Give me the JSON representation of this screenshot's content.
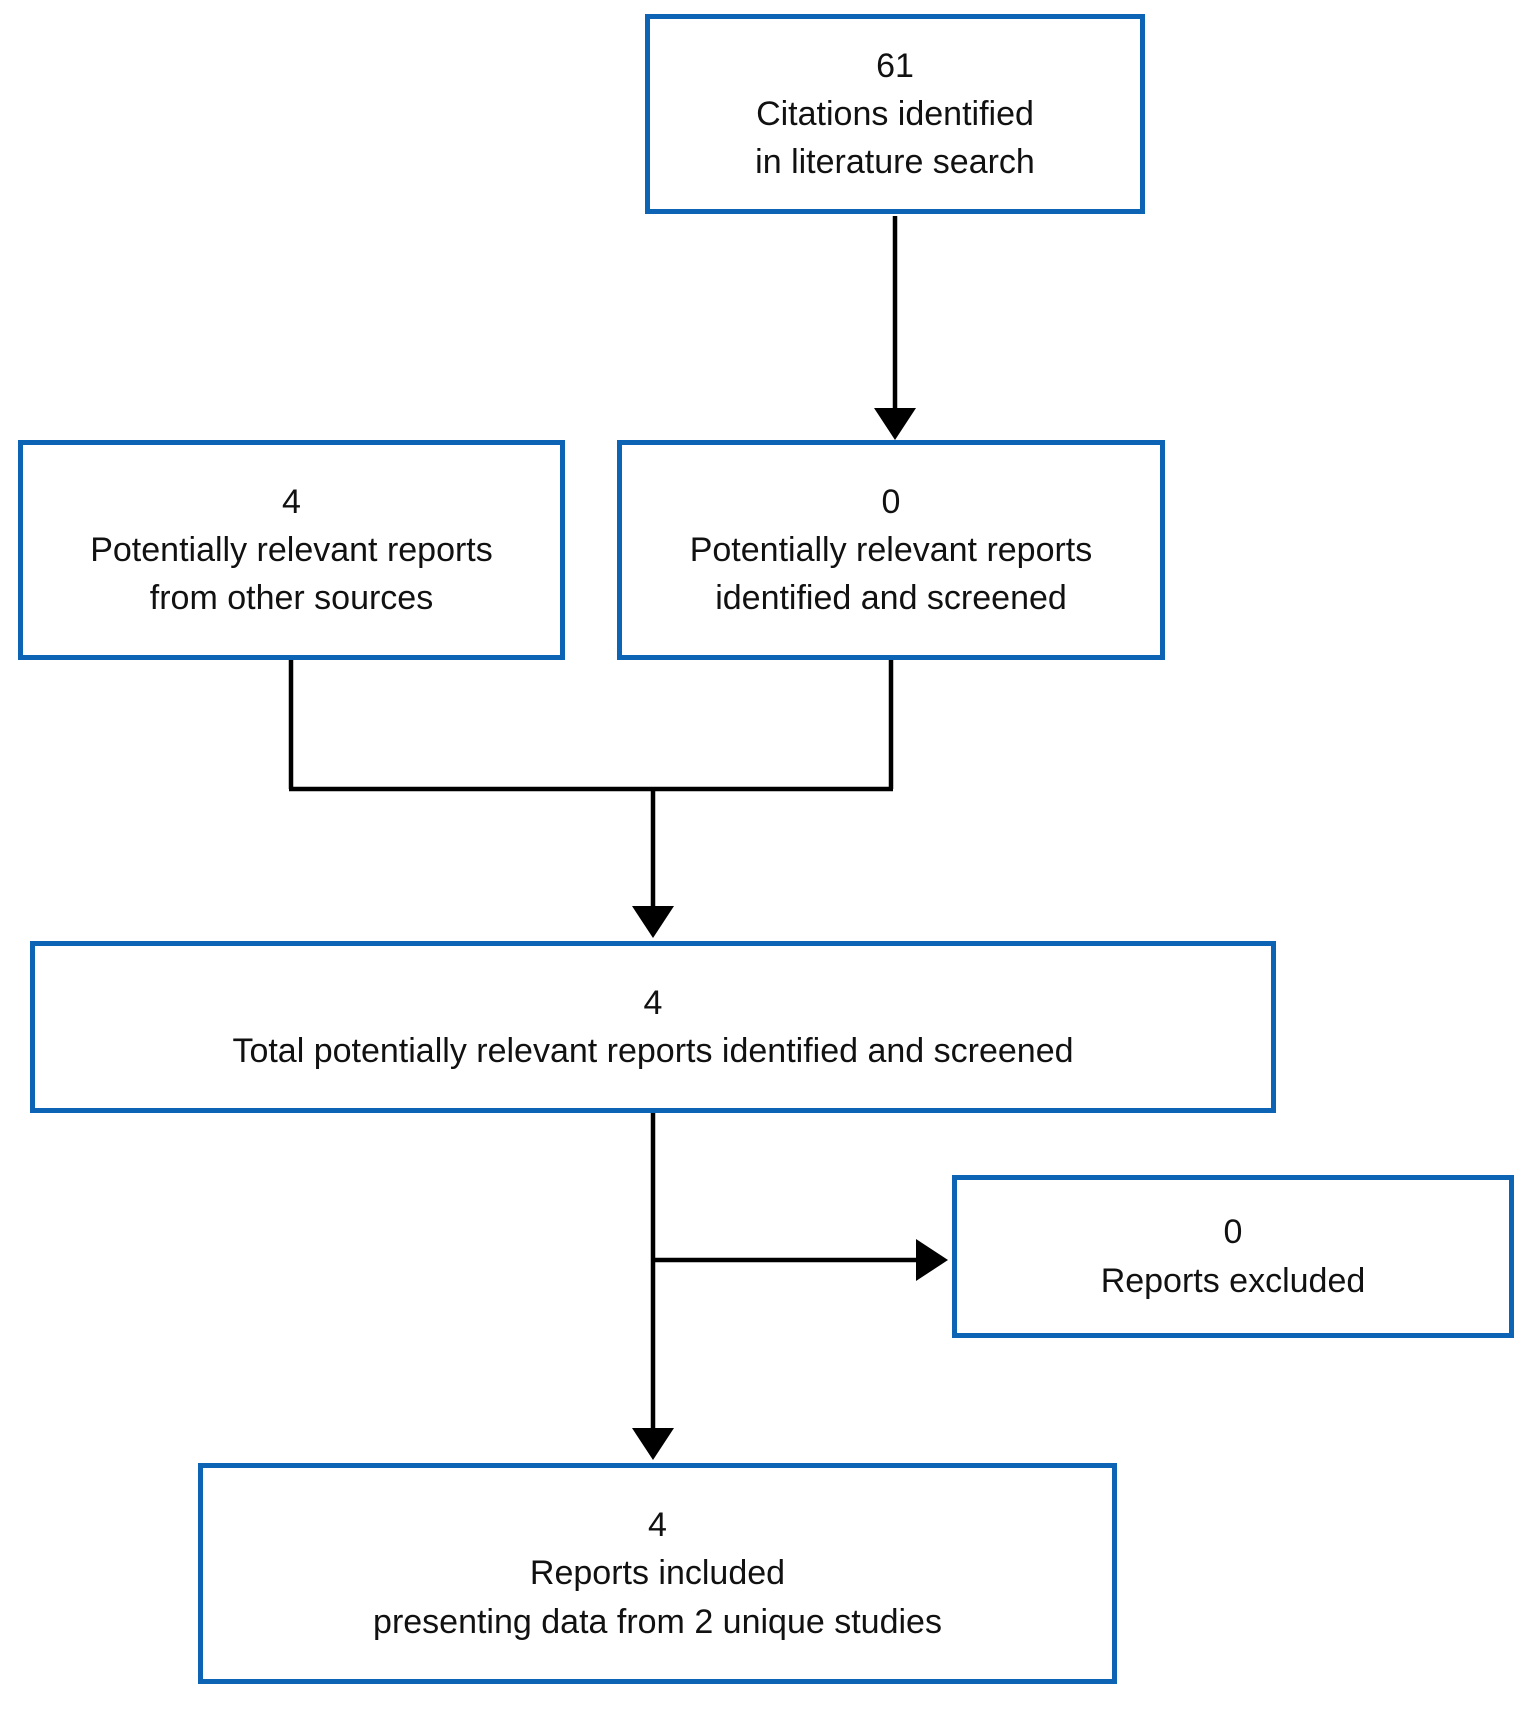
{
  "diagram": {
    "type": "flowchart",
    "description": "Literature search flow diagram",
    "colors": {
      "box_border": "#0e64b4",
      "box_background": "#ffffff",
      "connector": "#000000",
      "text": "#111111",
      "page_background": "#ffffff"
    },
    "boxes": [
      {
        "id": "citations",
        "count": "61",
        "lines": [
          "Citations identified",
          "in literature search"
        ]
      },
      {
        "id": "other-sources",
        "count": "4",
        "lines": [
          "Potentially relevant reports",
          "from other sources"
        ]
      },
      {
        "id": "identified-screened",
        "count": "0",
        "lines": [
          "Potentially relevant reports",
          "identified and screened"
        ]
      },
      {
        "id": "total-screened",
        "count": "4",
        "lines": [
          "Total potentially relevant reports identified and screened"
        ]
      },
      {
        "id": "excluded",
        "count": "0",
        "lines": [
          "Reports excluded"
        ]
      },
      {
        "id": "included",
        "count": "4",
        "lines": [
          "Reports included",
          "presenting data from 2 unique studies"
        ]
      }
    ],
    "flows": [
      {
        "from": "citations",
        "to": "identified-screened"
      },
      {
        "from": "other-sources",
        "to": "total-screened"
      },
      {
        "from": "identified-screened",
        "to": "total-screened"
      },
      {
        "from": "total-screened",
        "to": "excluded"
      },
      {
        "from": "total-screened",
        "to": "included"
      }
    ]
  }
}
